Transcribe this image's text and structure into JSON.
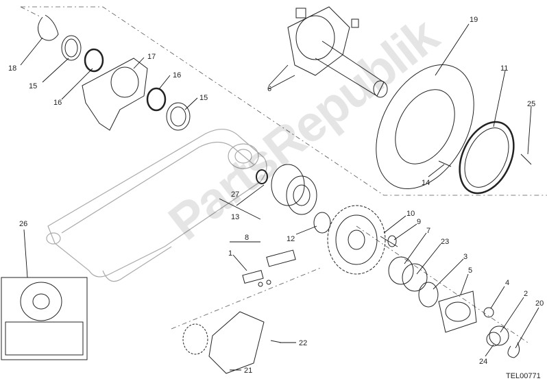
{
  "watermark": "PartsRepublik",
  "drawing_code": "TEL00771",
  "callouts": [
    "1",
    "2",
    "3",
    "4",
    "5",
    "6",
    "7",
    "8",
    "9",
    "10",
    "11",
    "12",
    "13",
    "14",
    "15",
    "15",
    "16",
    "16",
    "17",
    "18",
    "19",
    "20",
    "21",
    "22",
    "23",
    "24",
    "25",
    "26",
    "27"
  ]
}
